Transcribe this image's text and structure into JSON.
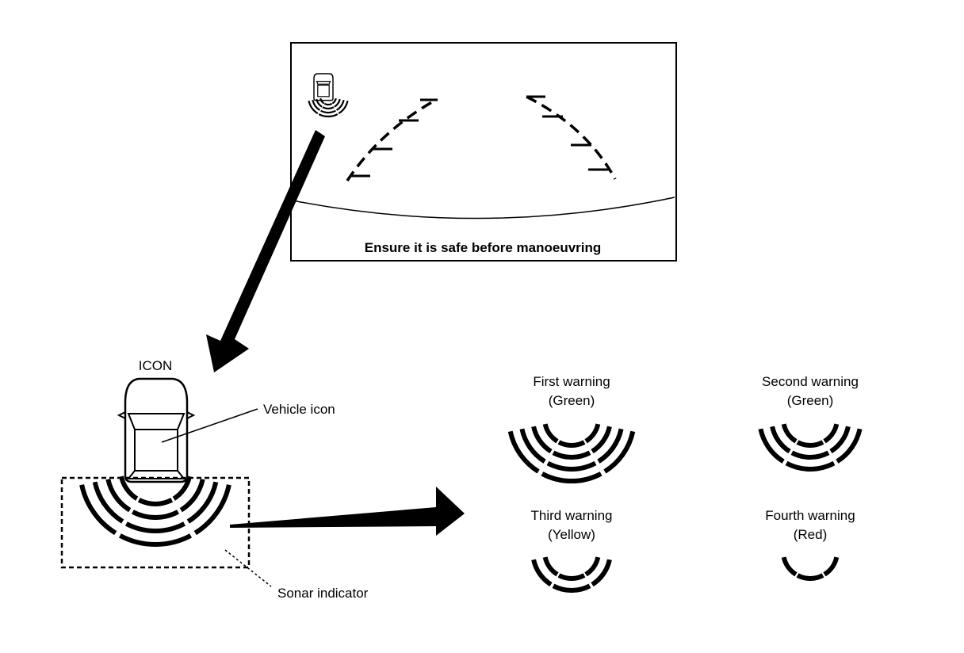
{
  "screen": {
    "message": "Ensure it is safe before manoeuvring"
  },
  "labels": {
    "icon_heading": "ICON",
    "vehicle_icon": "Vehicle icon",
    "sonar_indicator": "Sonar indicator"
  },
  "warnings": [
    {
      "title": "First warning",
      "color": "(Green)",
      "bars": 4
    },
    {
      "title": "Second warning",
      "color": "(Green)",
      "bars": 3
    },
    {
      "title": "Third warning",
      "color": "(Yellow)",
      "bars": 2
    },
    {
      "title": "Fourth warning",
      "color": "(Red)",
      "bars": 1
    }
  ],
  "colors": {
    "ink": "#000000",
    "background": "#ffffff"
  }
}
